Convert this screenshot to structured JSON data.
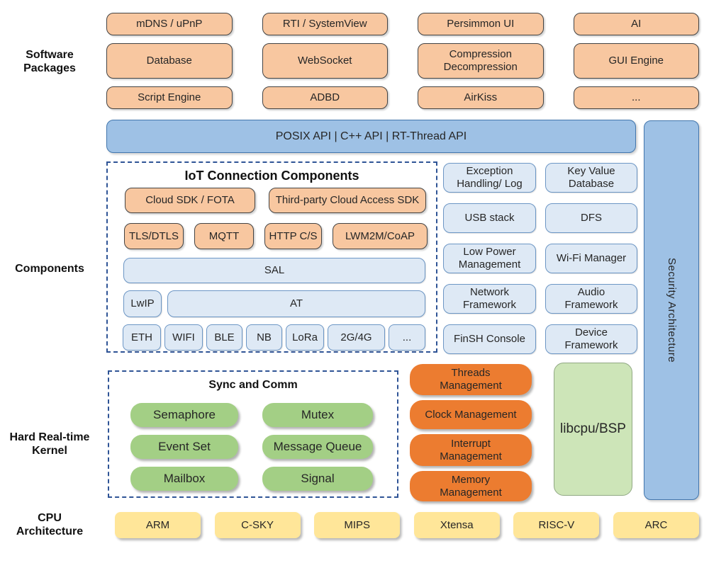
{
  "colors": {
    "peach_fill": "#F8C7A0",
    "peach_border": "#434343",
    "blue_fill": "#9EC1E5",
    "blue_border": "#4377AE",
    "lightblue_fill": "#DEE9F5",
    "lightblue_border": "#6C96C5",
    "green_fill": "#A3CF85",
    "orange_fill": "#EC7C30",
    "lightgreen_fill": "#CDE5B8",
    "yellow_fill": "#FFE699",
    "dash_border": "#2F5496"
  },
  "left_labels": {
    "software": "Software\nPackages",
    "components": "Components",
    "kernel": "Hard Real-time\nKernel",
    "cpu": "CPU\nArchitecture"
  },
  "software_packages": {
    "items": [
      "mDNS / uPnP",
      "RTI / SystemView",
      "Persimmon UI",
      "AI",
      "Database",
      "WebSocket",
      "Compression\nDecompression",
      "GUI Engine",
      "Script Engine",
      "ADBD",
      "AirKiss",
      "..."
    ]
  },
  "api_bar": {
    "label": "POSIX API  |  C++ API  |  RT-Thread API"
  },
  "iot": {
    "title": "IoT Connection Components",
    "cloud_row": [
      "Cloud SDK / FOTA",
      "Third-party Cloud Access SDK"
    ],
    "proto_row": [
      "TLS/DTLS",
      "MQTT",
      "HTTP C/S",
      "LWM2M/CoAP"
    ],
    "sal": "SAL",
    "net_row": [
      "LwIP",
      "AT"
    ],
    "link_row": [
      "ETH",
      "WIFI",
      "BLE",
      "NB",
      "LoRa",
      "2G/4G",
      "..."
    ]
  },
  "component_boxes": [
    "Exception\nHandling/ Log",
    "Key Value\nDatabase",
    "USB stack",
    "DFS",
    "Low Power\nManagement",
    "Wi-Fi Manager",
    "Network\nFramework",
    "Audio\nFramework",
    "FinSH Console",
    "Device\nFramework"
  ],
  "security": {
    "label": "Security Architecture"
  },
  "kernel": {
    "sync_title": "Sync and Comm",
    "sync_items": [
      "Semaphore",
      "Mutex",
      "Event Set",
      "Message Queue",
      "Mailbox",
      "Signal"
    ],
    "mgmt_items": [
      "Threads\nManagement",
      "Clock Management",
      "Interrupt\nManagement",
      "Memory\nManagement"
    ],
    "libcpu": "libcpu/BSP"
  },
  "cpu_row": [
    "ARM",
    "C-SKY",
    "MIPS",
    "Xtensa",
    "RISC-V",
    "ARC"
  ]
}
